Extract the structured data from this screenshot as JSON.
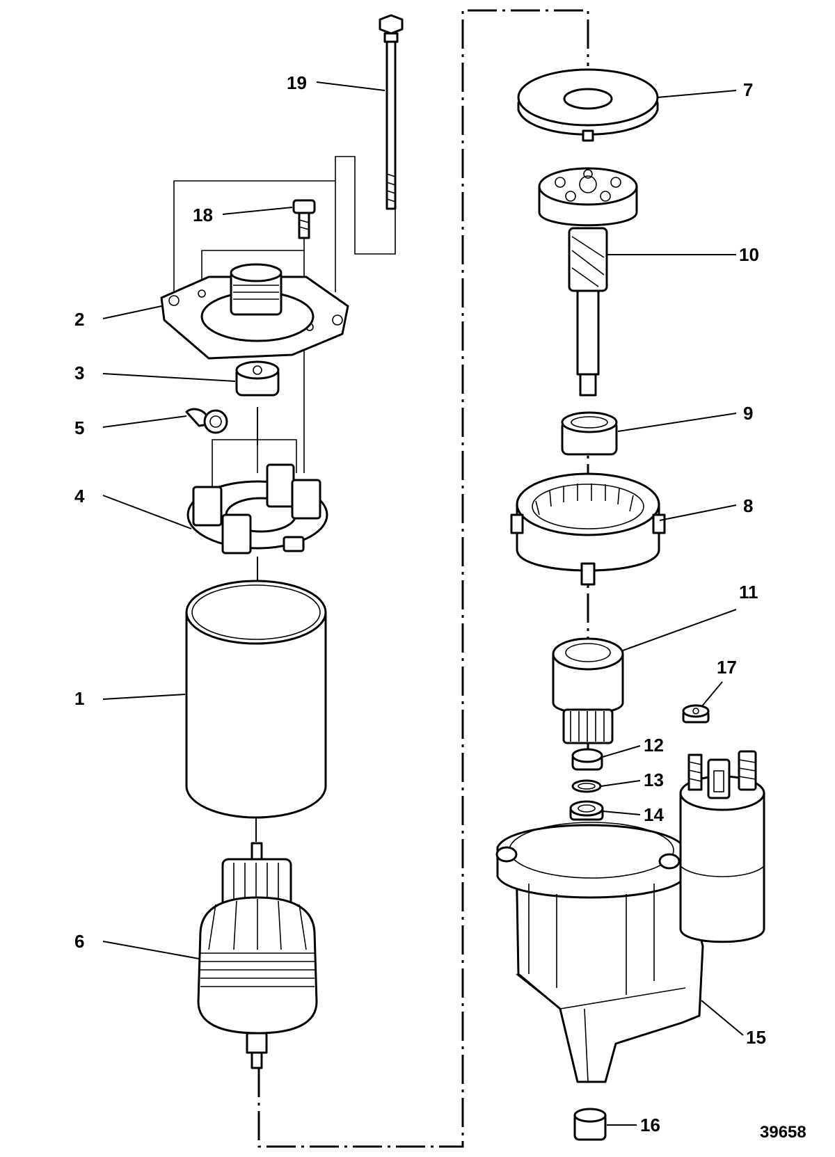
{
  "figure_number": "39658",
  "callouts": [
    {
      "id": "c1",
      "text": "1"
    },
    {
      "id": "c2",
      "text": "2"
    },
    {
      "id": "c3",
      "text": "3"
    },
    {
      "id": "c4",
      "text": "4"
    },
    {
      "id": "c5",
      "text": "5"
    },
    {
      "id": "c6",
      "text": "6"
    },
    {
      "id": "c7",
      "text": "7"
    },
    {
      "id": "c8",
      "text": "8"
    },
    {
      "id": "c9",
      "text": "9"
    },
    {
      "id": "c10",
      "text": "10"
    },
    {
      "id": "c11",
      "text": "11"
    },
    {
      "id": "c12",
      "text": "12"
    },
    {
      "id": "c13",
      "text": "13"
    },
    {
      "id": "c14",
      "text": "14"
    },
    {
      "id": "c15",
      "text": "15"
    },
    {
      "id": "c16",
      "text": "16"
    },
    {
      "id": "c17",
      "text": "17"
    },
    {
      "id": "c18",
      "text": "18"
    },
    {
      "id": "c19",
      "text": "19"
    }
  ]
}
